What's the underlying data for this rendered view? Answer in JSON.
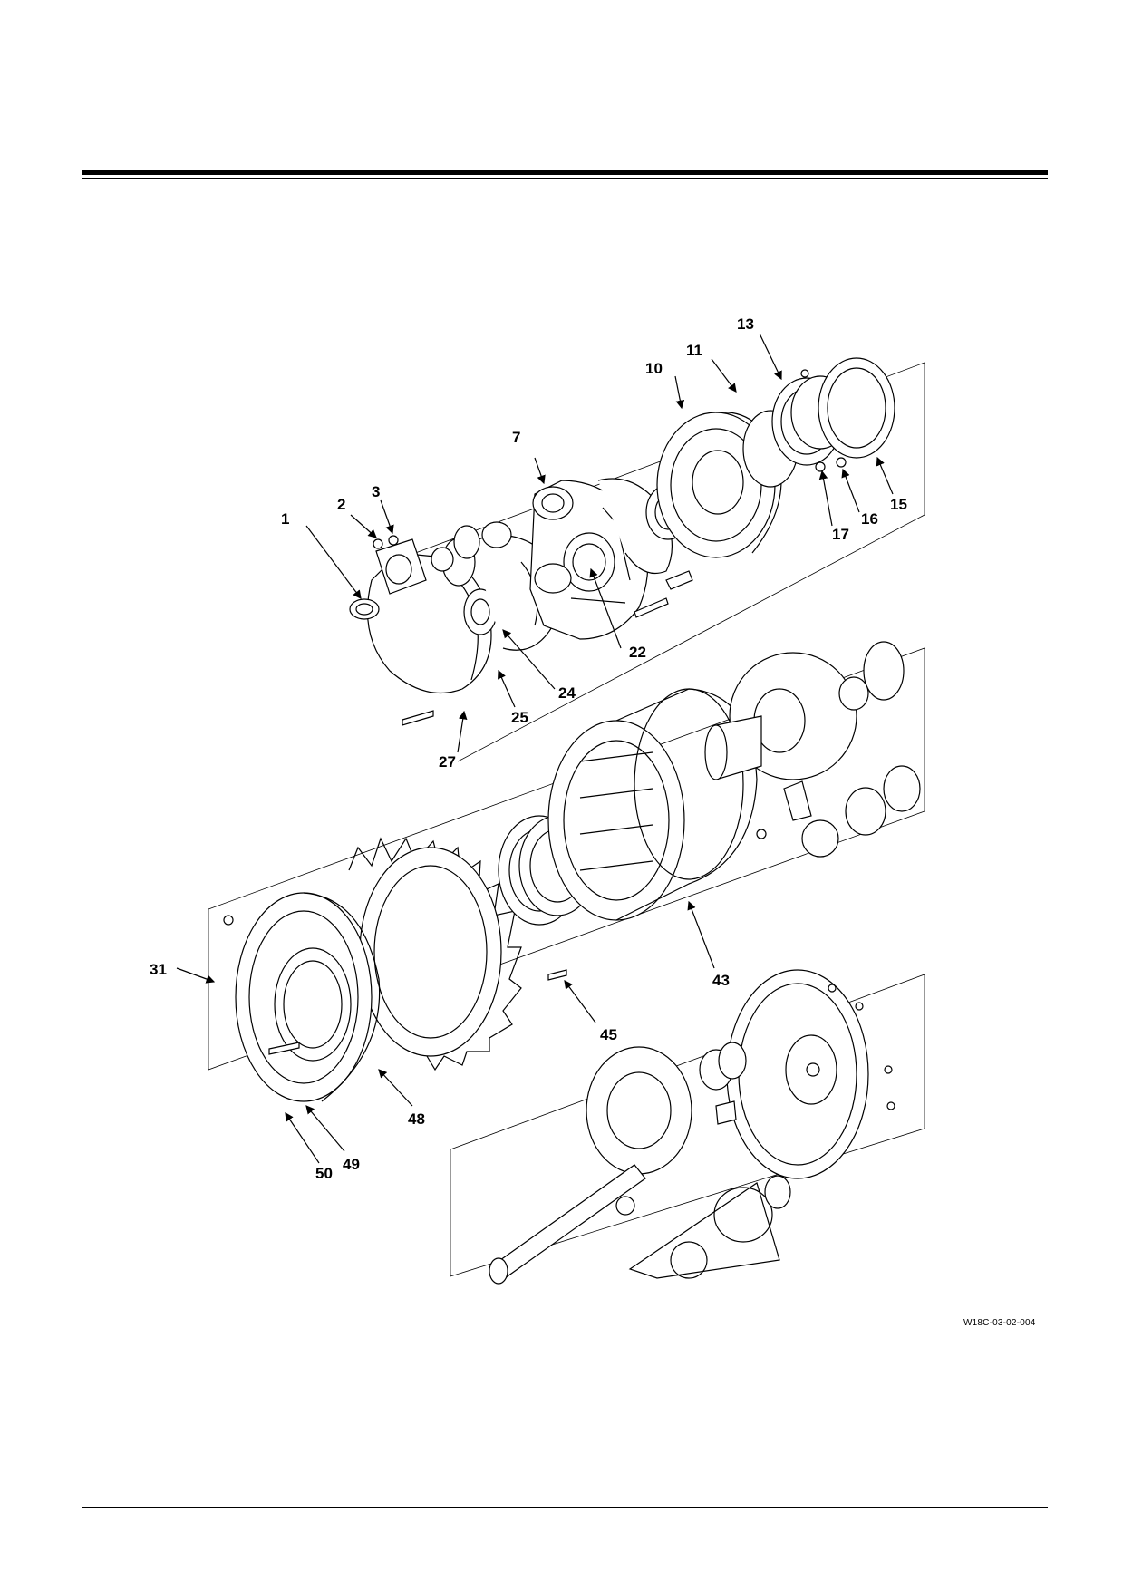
{
  "callouts": {
    "c1": "1",
    "c2": "2",
    "c3": "3",
    "c7": "7",
    "c10": "10",
    "c11": "11",
    "c13": "13",
    "c15": "15",
    "c16": "16",
    "c17": "17",
    "c22": "22",
    "c24": "24",
    "c25": "25",
    "c27": "27",
    "c31": "31",
    "c43": "43",
    "c45": "45",
    "c48": "48",
    "c49": "49",
    "c50": "50"
  },
  "figure_code": "W18C-03-02-004"
}
